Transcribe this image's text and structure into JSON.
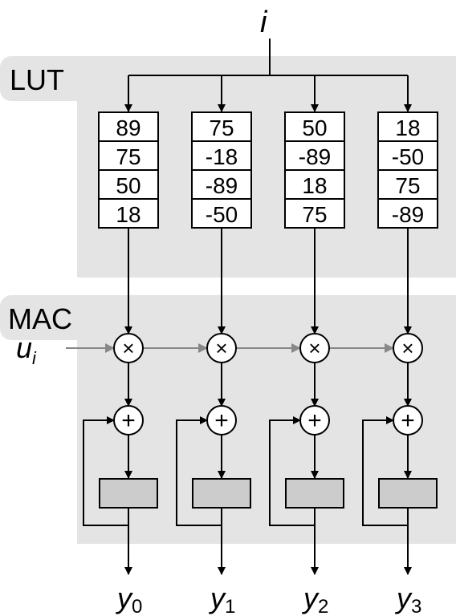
{
  "input_index_label": "i",
  "input_signal_label": "u",
  "input_signal_subscript": "i",
  "blocks": {
    "lut_label": "LUT",
    "mac_label": "MAC"
  },
  "operators": {
    "multiply": "×",
    "add": "+"
  },
  "lut_columns": [
    {
      "values": [
        "89",
        "75",
        "50",
        "18"
      ]
    },
    {
      "values": [
        "75",
        "-18",
        "-89",
        "-50"
      ]
    },
    {
      "values": [
        "50",
        "-89",
        "18",
        "75"
      ]
    },
    {
      "values": [
        "18",
        "-50",
        "75",
        "-89"
      ]
    }
  ],
  "outputs": [
    {
      "label": "y",
      "subscript": "0"
    },
    {
      "label": "y",
      "subscript": "1"
    },
    {
      "label": "y",
      "subscript": "2"
    },
    {
      "label": "y",
      "subscript": "3"
    }
  ],
  "colors": {
    "block_background": "#e4e4e4",
    "register_fill": "#cccccc",
    "input_arrow": "#888888",
    "line": "#000000"
  }
}
